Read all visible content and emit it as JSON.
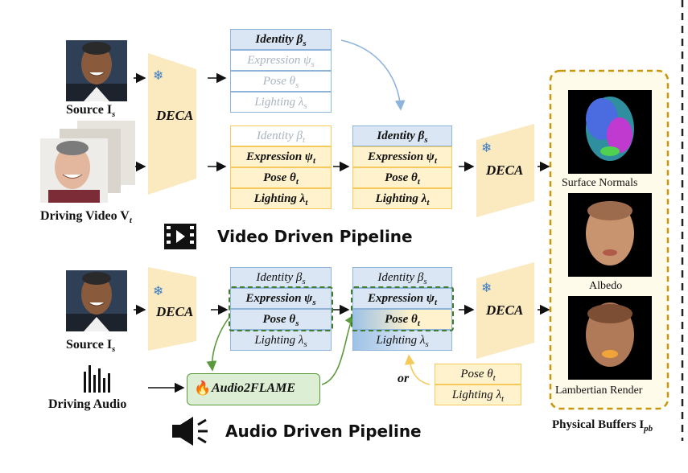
{
  "colors": {
    "blue_fill": "#dbe6f4",
    "blue_border": "#8fb4dc",
    "yellow_fill": "#fff2cc",
    "yellow_border": "#f5c95a",
    "deca_fill": "#fbe9bf",
    "green_dash": "#3f7d2c",
    "audio_box_fill": "#dcefd4",
    "faded_text": "#aab4bf",
    "buffers_border": "#c8960c",
    "snowflake": "#3b7dc4"
  },
  "labels": {
    "source_top": "Source I",
    "source_top_sub": "s",
    "driving_video": "Driving Video V",
    "driving_video_sub": "t",
    "source_bottom": "Source I",
    "source_bottom_sub": "s",
    "driving_audio": "Driving Audio",
    "or": "or"
  },
  "deca": {
    "label": "DECA",
    "icon": "snowflake-icon"
  },
  "video_pipeline": {
    "title": "Video Driven Pipeline",
    "icon": "film-icon",
    "source_params": [
      "Identity β",
      "Expression ψ",
      "Pose θ",
      "Lighting λ"
    ],
    "source_sub": "s",
    "driving_params": [
      "Identity β",
      "Expression ψ",
      "Pose θ",
      "Lighting λ"
    ],
    "driving_sub": "t",
    "merged_params": [
      "Identity β",
      "Expression ψ",
      "Pose θ",
      "Lighting λ"
    ],
    "merged_subs": [
      "s",
      "t",
      "t",
      "t"
    ]
  },
  "audio_pipeline": {
    "title": "Audio Driven Pipeline",
    "icon": "megaphone-icon",
    "source_params": [
      "Identity β",
      "Expression ψ",
      "Pose θ",
      "Lighting λ"
    ],
    "source_sub": "s",
    "merged_params": [
      "Identity β",
      "Expression ψ",
      "Pose θ",
      "Lighting λ"
    ],
    "merged_subs": [
      "s",
      "t",
      "t",
      "s"
    ],
    "alt_params": [
      "Pose θ",
      "Lighting λ"
    ],
    "alt_sub": "t",
    "audio2flame": "Audio2FLAME",
    "audio2flame_icon": "flame-icon",
    "waveform_icon": "audio-waveform-icon"
  },
  "buffers": {
    "title": "Physical Buffers I",
    "title_sub": "pb",
    "items": [
      "Surface Normals",
      "Albedo",
      "Lambertian Render"
    ]
  }
}
